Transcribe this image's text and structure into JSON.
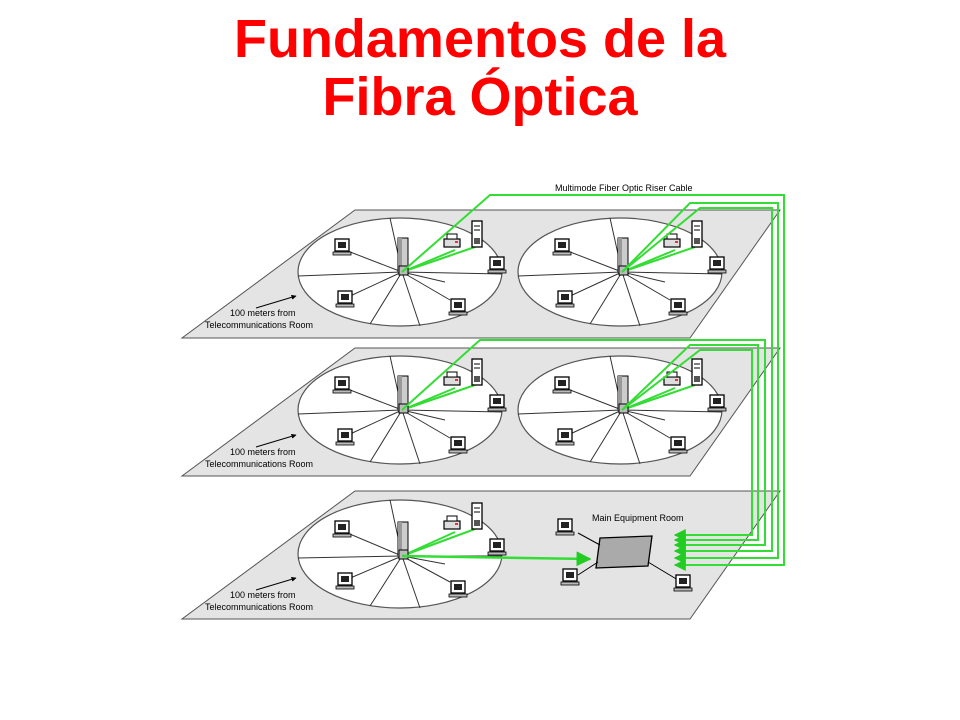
{
  "title": {
    "line1": "Fundamentos de la",
    "line2": "Fibra Óptica"
  },
  "diagram": {
    "riser_label": "Multimode Fiber Optic Riser Cable",
    "main_room_label": "Main Equipment Room",
    "floor_note_line1": "100 meters from",
    "floor_note_line2": "Telecommunications Room",
    "floors": [
      {
        "name": "top-floor",
        "clusters": 2
      },
      {
        "name": "middle-floor",
        "clusters": 2
      },
      {
        "name": "ground-floor",
        "clusters": 1
      }
    ],
    "colors": {
      "title": "#ff0000",
      "fiber": "#33dd33",
      "floor_fill": "#e4e4e4",
      "floor_stroke": "#555555",
      "copper": "#333333"
    },
    "icons": [
      "workstation-icon",
      "printer-icon",
      "server-tower-icon",
      "telecom-rack-icon",
      "equipment-box-icon"
    ]
  }
}
